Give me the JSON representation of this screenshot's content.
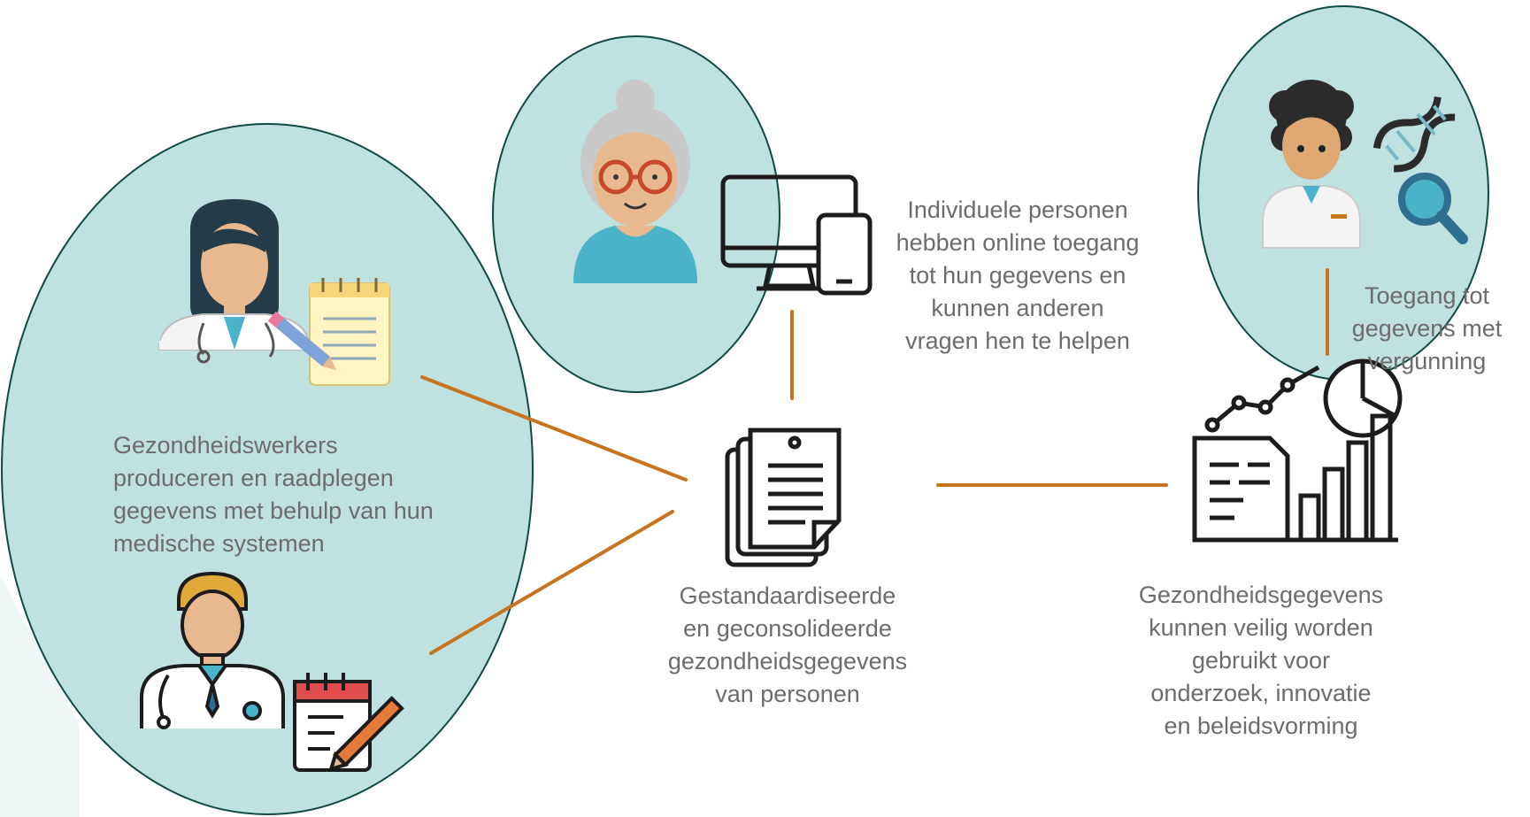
{
  "nodes": {
    "healthcare_workers": {
      "caption": "Gezondheidswerkers\nproduceren en raadplegen\ngegevens met behulp van hun\nmedische systemen"
    },
    "individuals": {
      "caption": "Individuele personen\nhebben online toegang\ntot hun gegevens en\nkunnen anderen\nvragen hen te helpen"
    },
    "standardized_data": {
      "caption": "Gestandaardiseerde\nen geconsolideerde\ngezondheidsgegevens\nvan personen"
    },
    "secure_use": {
      "caption": "Gezondheidsgegevens\nkunnen veilig worden\ngebruikt voor\nonderzoek, innovatie\nen beleidsvorming"
    },
    "permit_access": {
      "caption": "Toegang tot\ngegevens met\nvergunning"
    }
  },
  "colors": {
    "highlight_fill": "#bfe1df",
    "highlight_stroke": "#0f4a44",
    "connector": "#c8731d",
    "icon_line": "#1c1c1c",
    "text": "#6c6c6c",
    "skin": "#e8b98f",
    "hair_grey": "#c9c9c9",
    "teal_shirt": "#4ab3c9",
    "doctor_coat": "#ffffff",
    "glasses": "#c8482b"
  },
  "icons": [
    "female-doctor-icon",
    "notepad-pencil-icon",
    "male-doctor-icon",
    "calendar-pencil-icon",
    "elderly-woman-icon",
    "computer-tablet-icon",
    "documents-icon",
    "researcher-icon",
    "dna-magnifier-icon",
    "data-analytics-icon"
  ]
}
